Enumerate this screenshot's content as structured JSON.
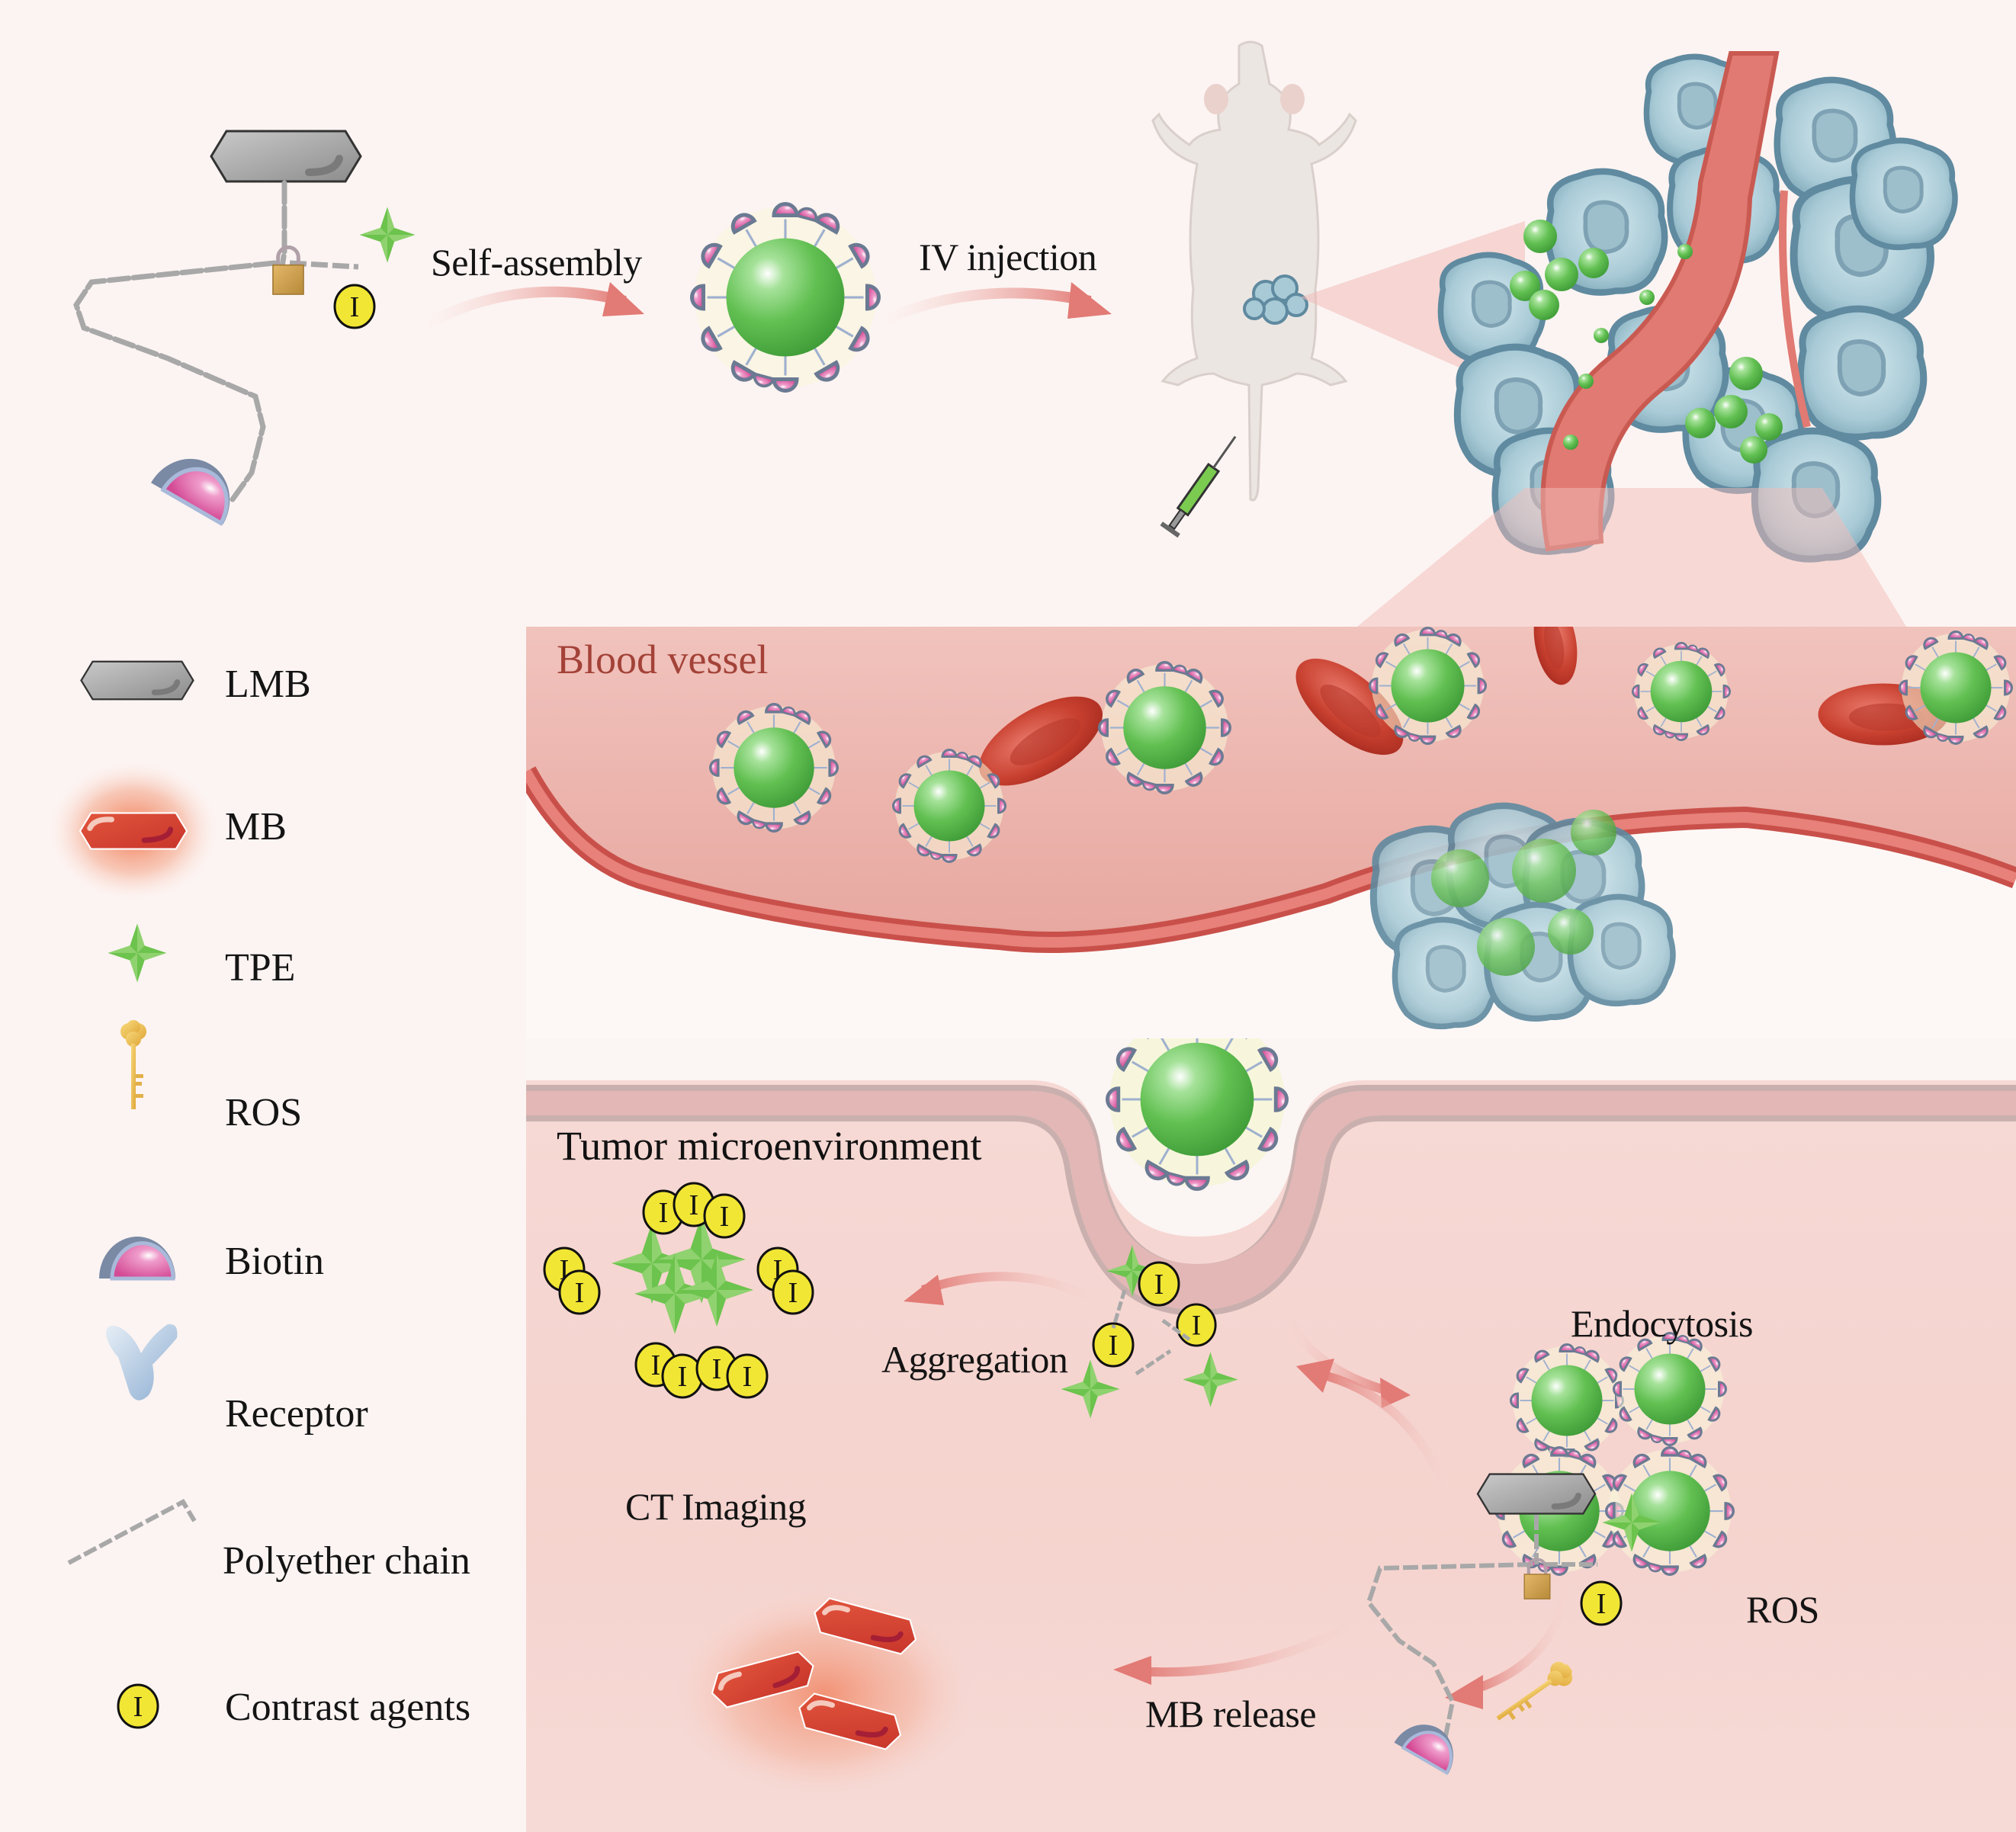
{
  "figure": {
    "top_panel": {
      "steps": [
        {
          "label": "Self-assembly"
        },
        {
          "label": "IV injection"
        }
      ],
      "molecule_parts": [
        "LMB",
        "lock",
        "TPE",
        "Contrast agent I",
        "Polyether chain",
        "Biotin"
      ],
      "contrast_glyph": "I"
    },
    "legend": {
      "items": [
        {
          "icon": "lmb-hexagon-icon",
          "label": "LMB"
        },
        {
          "icon": "mb-hexagon-icon",
          "label": "MB"
        },
        {
          "icon": "tpe-star-icon",
          "label": "TPE"
        },
        {
          "icon": "key-icon",
          "label": "ROS"
        },
        {
          "icon": "biotin-icon",
          "label": "Biotin"
        },
        {
          "icon": "receptor-icon",
          "label": "Receptor"
        },
        {
          "icon": "chain-icon",
          "label": "Polyether chain"
        },
        {
          "icon": "contrast-agent-icon",
          "label": "Contrast agents"
        }
      ],
      "contrast_glyph": "I"
    },
    "vessel_panel": {
      "title": "Blood vessel"
    },
    "tme_panel": {
      "title": "Tumor microenvironment",
      "labels": {
        "endocytosis": "Endocytosis",
        "ros": "ROS",
        "aggregation": "Aggregation",
        "ct_imaging": "CT Imaging",
        "mb_release": "MB release"
      },
      "contrast_glyph": "I"
    },
    "colors": {
      "background": "#fcf4f2",
      "nanoparticle_green": "#5cbf4f",
      "biotin_pink": "#dc5fa3",
      "lmb_gray": "#9a9a9a",
      "mb_red": "#d9432f",
      "tpe_green": "#66c14a",
      "contrast_yellow": "#f2e635",
      "vessel_red": "#d9716c",
      "tumor_cell_blue": "#a9cbd6",
      "arrow_pink": "#e88a86",
      "vessel_title": "#a34238"
    }
  }
}
